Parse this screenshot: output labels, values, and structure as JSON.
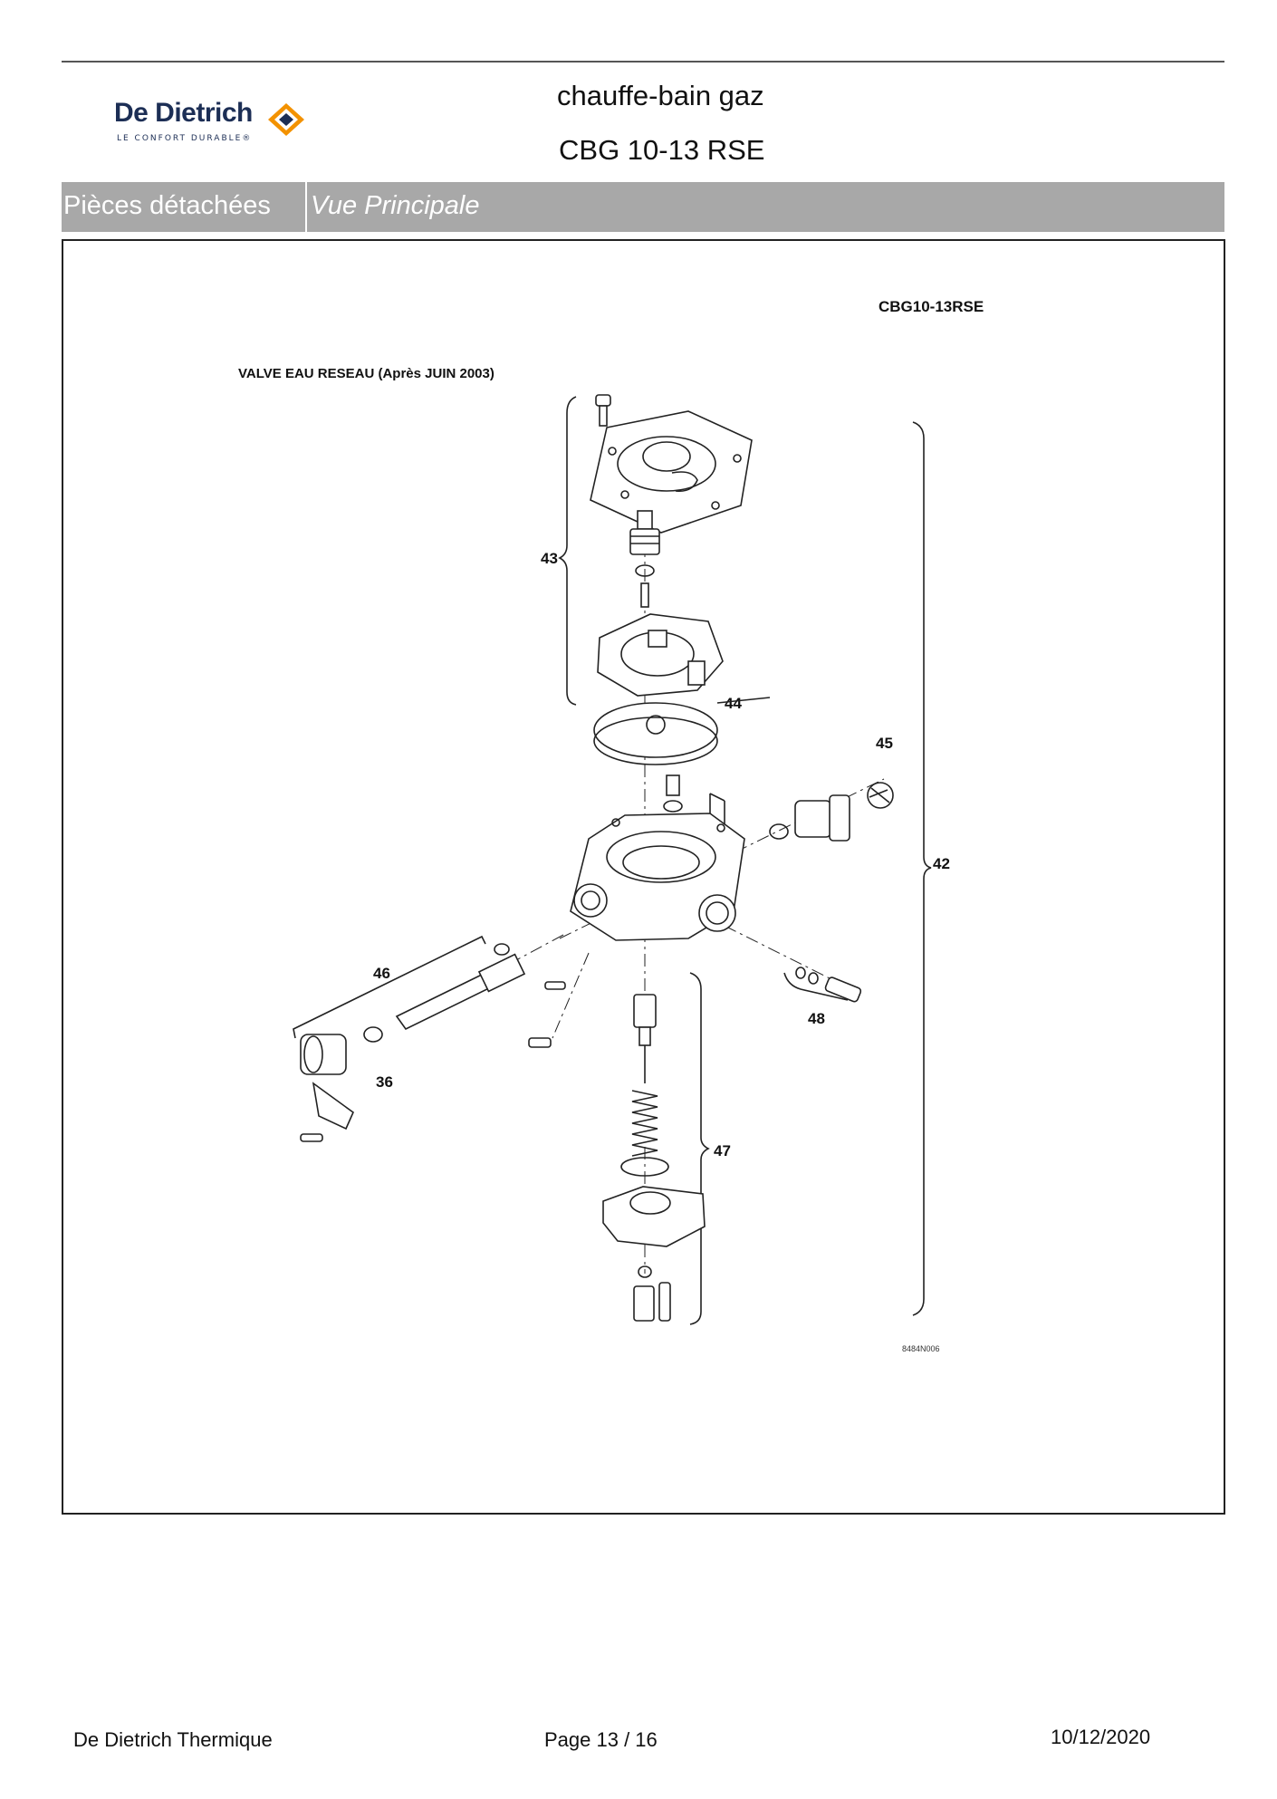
{
  "header": {
    "brand": "De Dietrich",
    "brand_tagline": "LE CONFORT DURABLE®",
    "title": "chauffe-bain gaz",
    "model": "CBG 10-13 RSE"
  },
  "section": {
    "category": "Pièces détachées",
    "view": "Vue Principale"
  },
  "diagram": {
    "model_code": "CBG10-13RSE",
    "caption": "VALVE EAU RESEAU (Après JUIN 2003)",
    "drawing_ref": "8484N006",
    "part_labels": {
      "p42": "42",
      "p43": "43",
      "p44": "44",
      "p45": "45",
      "p46": "46",
      "p36": "36",
      "p47": "47",
      "p48": "48"
    }
  },
  "footer": {
    "company": "De Dietrich Thermique",
    "page": "Page 13  /  16",
    "date": "10/12/2020"
  },
  "colors": {
    "brand_navy": "#1c2e55",
    "brand_orange": "#f39200",
    "section_bar": "#a8a8a8"
  }
}
